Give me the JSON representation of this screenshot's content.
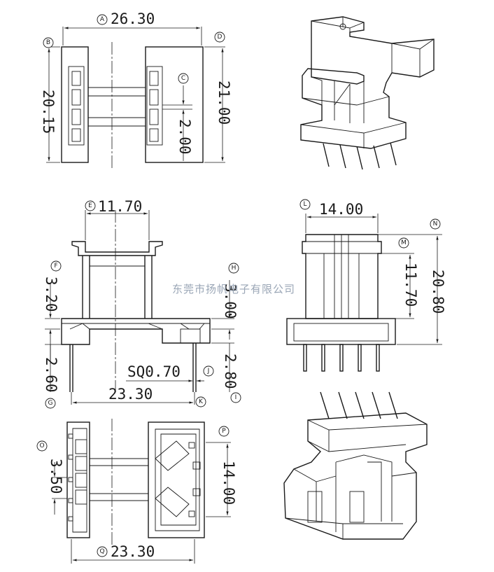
{
  "dimensions": {
    "A": "26.30",
    "B": "20.15",
    "C": "",
    "C_value": "2.00",
    "D": "21.00",
    "E": "11.70",
    "F": "3.20",
    "G": "2.60",
    "H": "3.00",
    "I": "2.80",
    "J": "SQ0.70",
    "K": "23.30",
    "L": "14.00",
    "M": "11.70",
    "N": "20.80",
    "O": "3.50",
    "P": "14.00",
    "Q": "23.30"
  },
  "labels": {
    "A": "A",
    "B": "B",
    "C": "C",
    "D": "D",
    "E": "E",
    "F": "F",
    "G": "G",
    "H": "H",
    "I": "I",
    "J": "J",
    "K": "K",
    "L": "L",
    "M": "M",
    "N": "N",
    "O": "O",
    "P": "P",
    "Q": "Q"
  },
  "watermark": "东莞市扬帆电子有限公司"
}
